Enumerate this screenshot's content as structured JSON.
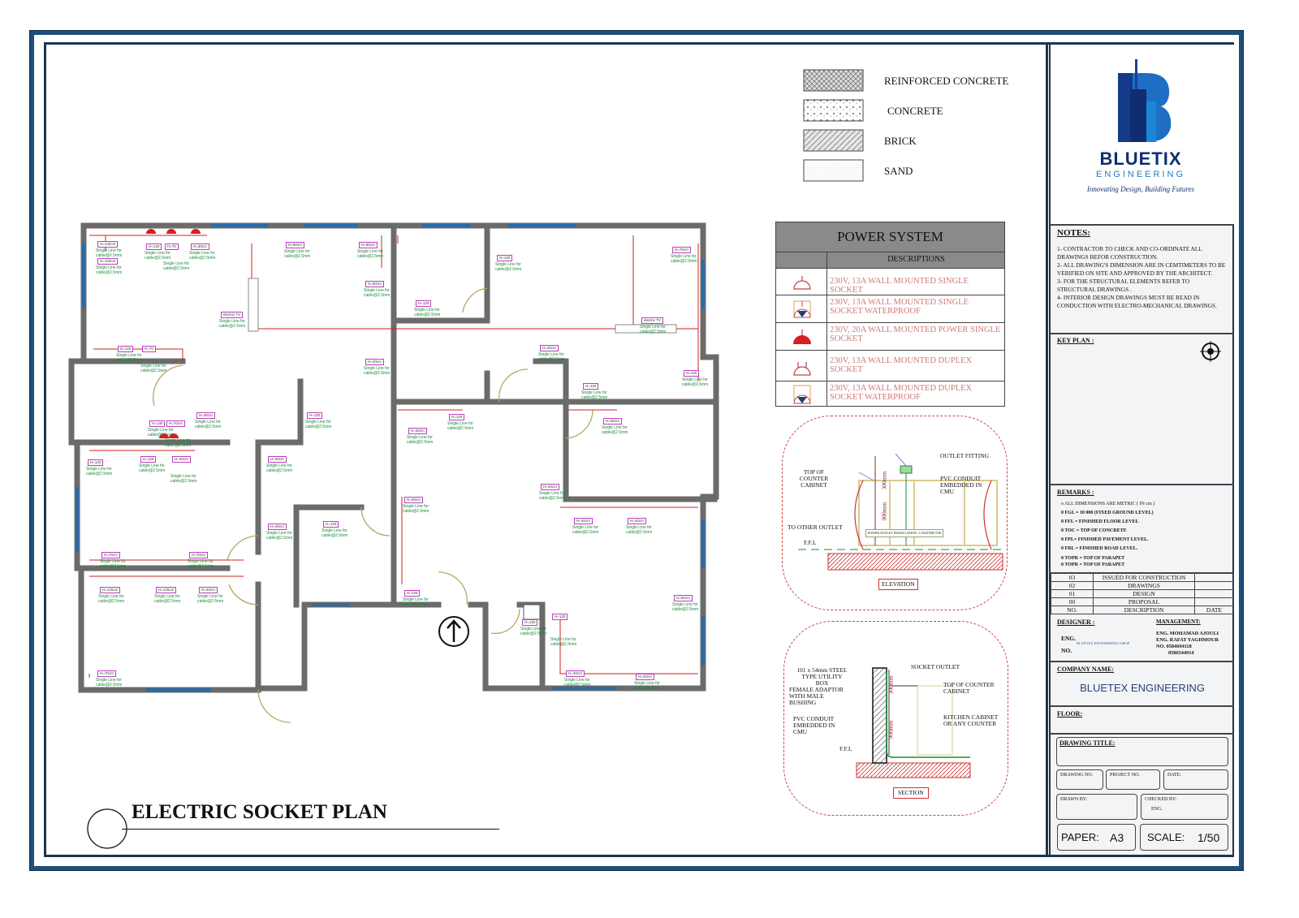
{
  "legend": [
    {
      "label": "REINFORCED CONCRETE",
      "pattern": "crosshatch"
    },
    {
      "label": "CONCRETE",
      "pattern": "dots"
    },
    {
      "label": "BRICK",
      "pattern": "diagonal"
    },
    {
      "label": "SAND",
      "pattern": "fine-dots"
    }
  ],
  "power_system": {
    "title": "POWER SYSTEM",
    "header": "DESCRIPTIONS",
    "rows": [
      {
        "icon": "single-socket-icon",
        "desc": "230V, 13A WALL MOUNTED SINGLE SOCKET"
      },
      {
        "icon": "single-socket-waterproof-icon",
        "desc": "230V, 13A WALL MOUNTED SINGLE SOCKET WATERPROOF"
      },
      {
        "icon": "power-socket-icon",
        "desc": "230V, 20A WALL MOUNTED POWER SINGLE SOCKET"
      },
      {
        "icon": "duplex-socket-icon",
        "desc": "230V, 13A WALL MOUNTED DUPLEX SOCKET"
      },
      {
        "icon": "duplex-socket-waterproof-icon",
        "desc": "230V, 13A WALL MOUNTED DUPLEX SOCKET WATERPROOF"
      }
    ]
  },
  "elevation": {
    "title": "ELEVATION",
    "outlet_fitting": "OUTLET FITTING",
    "top_counter": "TOP OF COUNTER CABINET",
    "pvc": "PVC CONDUIT EMBEDDED IN CMU",
    "other_outlet": "TO OTHER OUTLET",
    "ffl": "F.F.L",
    "dim1": "300mm",
    "dim2": "900mm",
    "tag": "POWER OUTLET INSTALLATION / COUNTER TOP"
  },
  "section": {
    "title": "SECTION",
    "utility_box": "101 x 54mm STEEL TYPE UTILITY BOX",
    "adaptor": "FEMALE ADAPTOR WITH MALE BUSHING",
    "pvc": "PVC CONDUIT EMBEDDED IN CMU",
    "socket": "SOCKET OUTLET",
    "top_counter": "TOP OF COUNTER CABINET",
    "kitchen": "KITCHEN CABINET OR ANY COUNTER",
    "ffl": "F.F.L",
    "dim1": "300mm",
    "dim2": "900mm"
  },
  "drawing_title": "ELECTRIC SOCKET PLAN",
  "floor_plan": {
    "cable_note": "Single Line for cable@2.5mm",
    "labels": [
      "H=120cm",
      "H=140",
      "H=70",
      "H=30cm",
      "H=120cm",
      "H=90cm",
      "H=90cm",
      "H=90cm",
      "electric TV",
      "H=120",
      "H=70",
      "H=40cm",
      "H=120",
      "H=40cm",
      "H=140",
      "H=70cm",
      "H=120",
      "H=120",
      "H=40cm",
      "H=40cm",
      "H=40cm",
      "H=120",
      "H=70cm",
      "H=70cm",
      "H=120cm",
      "H=120cm",
      "H=40cm",
      "H=70cm",
      "H=120",
      "H=120",
      "H=70cm",
      "electric TV",
      "H=120",
      "H=120",
      "H=40cm",
      "H=120",
      "H=40cm",
      "H=40cm",
      "H=40cm",
      "H=40cm",
      "H=40cm",
      "H=40cm",
      "H=120",
      "H=120",
      "H=120",
      "H=50cm",
      "H=40cm",
      "H=40cm"
    ]
  },
  "title_block": {
    "logo_name": "BLUETIX",
    "logo_sub": "ENGINEERING",
    "logo_tagline": "Innovating Design, Building Futures",
    "notes_title": "NOTES:",
    "notes": [
      "1- CONTRACTOR TO CHECK AND CO-ORDINATE ALL DRAWINGS BEFOR CONSTRUCTION.",
      "2- ALL DRAWING'S DIMENSION ARE IN CEMTIMETERS TO BE VERIFIED ON SITE AND APPROVED BY THE ARCHITECT.",
      "3- FOR THE STRUCTURAL ELEMENTS REFER TO STRUCTURAL DRAWINGS .",
      "4- INTERIOR DESIGN DRAWINGS MUST BE READ IN CONDUCTION WITH ELECTRO-MECHANICAL DRAWINGS."
    ],
    "key_plan": "KEY PLAN :",
    "remarks_title": "REMARKS :",
    "remarks": [
      "o ALL DIMENSIONS ARE METRIC ( IN cm )",
      "0 FGL = 10 000 (FIXED GROUND LEVEL)",
      "0 FFL = FINISHED FLOOR LEVEL",
      "0 TOC = TOP OF CONCRETE",
      "0 FPL= FINISHED PAVEMENT LEVEL.",
      "0 FRL = FINISHED ROAD LEVEL.",
      "0 TOPR = TOP OF PARAPET",
      "0 TOPR = TOP OF PARAPET"
    ],
    "revisions": [
      {
        "no": "03",
        "desc": "ISSUED FOR CONSTRUCTION",
        "date": ""
      },
      {
        "no": "02",
        "desc": "DRAWINGS",
        "date": ""
      },
      {
        "no": "01",
        "desc": "DESIGN",
        "date": ""
      },
      {
        "no": "00",
        "desc": "PROPOSAL",
        "date": ""
      }
    ],
    "rev_header": {
      "no": "NO.",
      "desc": "DESCRIPTION",
      "date": "DATE"
    },
    "designer_title": "DESIGNER :",
    "designer_eng": "ENG.",
    "designer_no": "NO.",
    "designer_company": "BLUETEX ENGINEERING GROP",
    "management_title": "MANAGEMENT:",
    "management": [
      "ENG. MOHAMAD AJOULI",
      "ENG. RAFAT YAGHMOUR",
      "NO. 0584694118",
      "0586544914"
    ],
    "company_title": "COMPANY NAME:",
    "company": "BLUETEX ENGINEERING",
    "floor_title": "FLOOR:",
    "drawing_title_label": "DRAWING TITLE:",
    "drawing_no": "DRAWING NO.",
    "project_no": "PROJECT NO.",
    "date": "DATE:",
    "drawn_by": "DRAWN BY:",
    "checked_by": "CHECKED BY:",
    "checked_eng": "ENG.",
    "paper_label": "PAPER:",
    "paper": "A3",
    "scale_label": "SCALE:",
    "scale": "1/50"
  }
}
